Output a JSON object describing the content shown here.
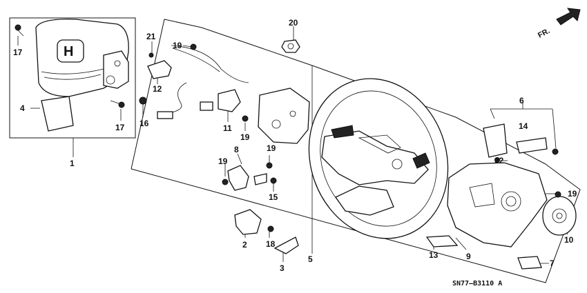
{
  "direction": {
    "text": "FR."
  },
  "code": "SN77–B3110 A",
  "callouts": {
    "c1": "1",
    "c2": "2",
    "c3": "3",
    "c4": "4",
    "c5": "5",
    "c6": "6",
    "c7": "7",
    "c8": "8",
    "c9": "9",
    "c10": "10",
    "c11": "11",
    "c12": "12",
    "c13": "13",
    "c14": "14",
    "c15": "15",
    "c16": "16",
    "c17a": "17",
    "c17b": "17",
    "c18": "18",
    "c19a": "19",
    "c19b": "19",
    "c19c": "19",
    "c19d": "19",
    "c19e": "19",
    "c20": "20",
    "c21": "21",
    "c22": "22"
  },
  "icons": {
    "logo": "honda-h-logo",
    "arrow": "front-direction-arrow"
  }
}
